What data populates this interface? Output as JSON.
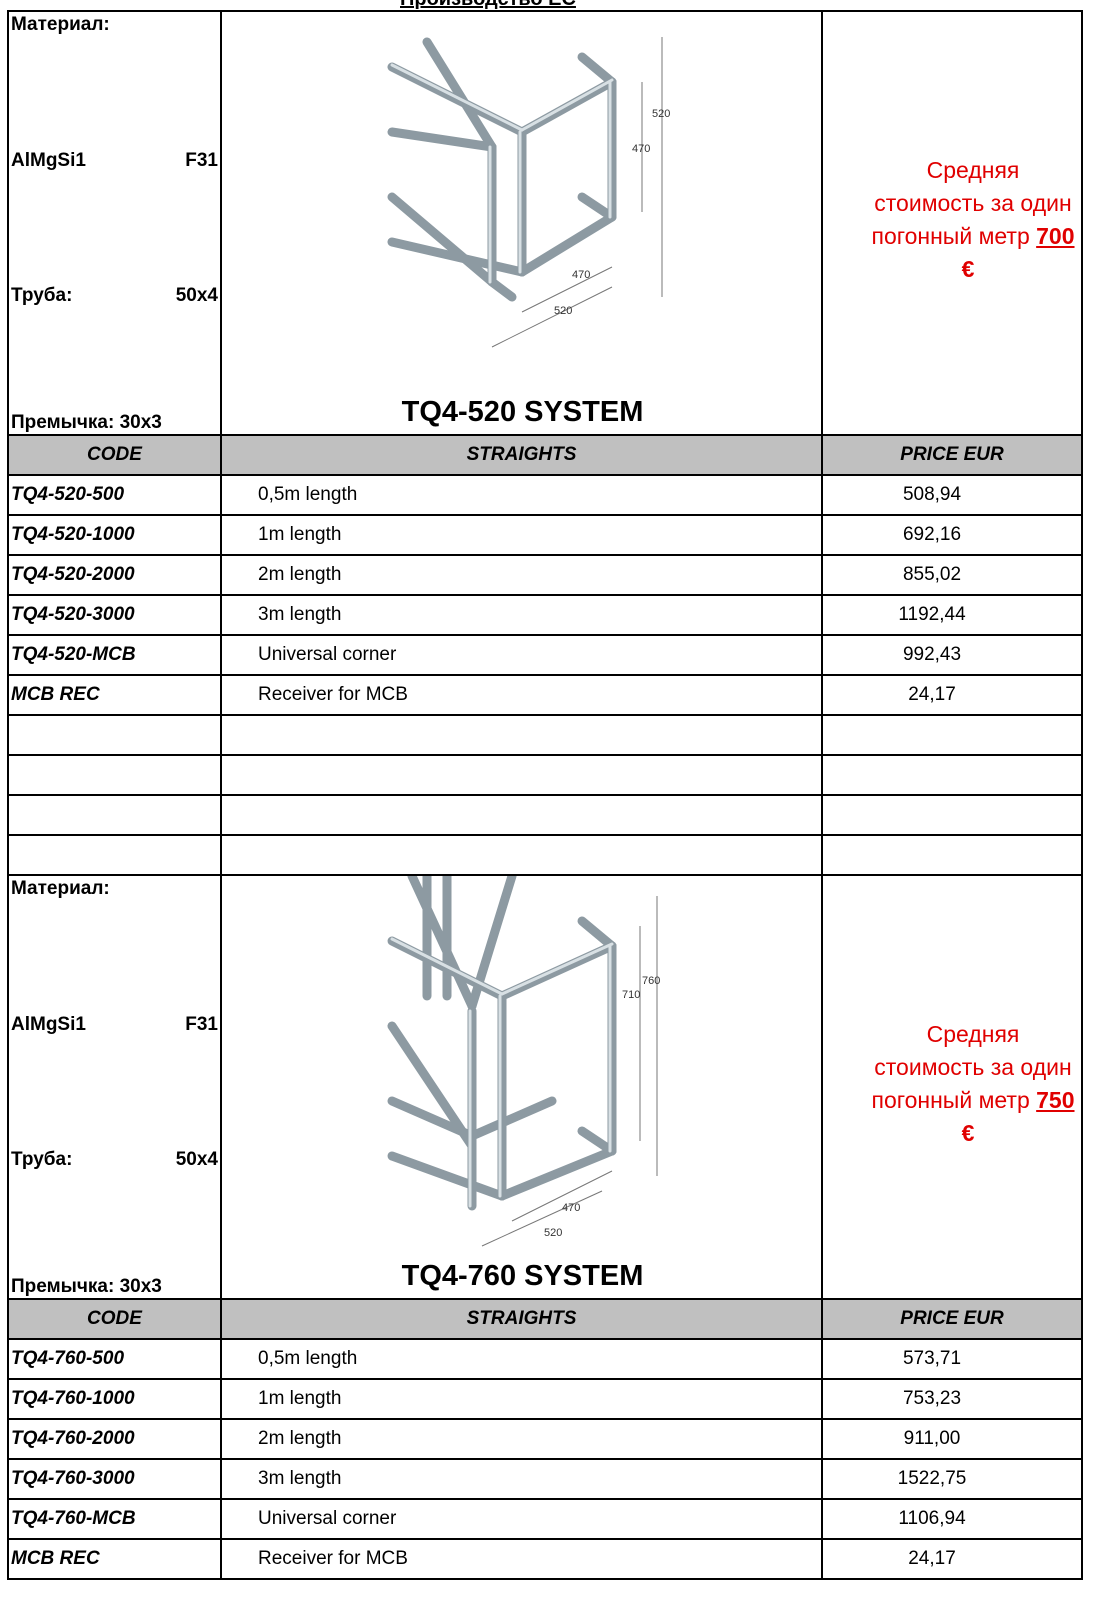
{
  "header": {
    "title": "Производство ЕС"
  },
  "sections": [
    {
      "spec": {
        "material_label": "Материал:",
        "alloy": "AlMgSi1",
        "grade": "F31",
        "tube_label": "Труба:",
        "tube_value": "50x4",
        "brace_label": "Премычка: 30x3"
      },
      "system_title": "TQ4-520 SYSTEM",
      "drawing": {
        "outer_height": "520",
        "inner_height": "470",
        "inner_width": "470",
        "outer_width": "520"
      },
      "avg_price": {
        "line1": "Средняя",
        "line2": "стоимость за один",
        "line3_text": "погонный метр",
        "line3_value": "700",
        "currency": "€"
      },
      "table": {
        "headers": [
          "CODE",
          "STRAIGHTS",
          "PRICE EUR"
        ],
        "rows": [
          {
            "code": "TQ4-520-500",
            "desc": "0,5m length",
            "price": "508,94"
          },
          {
            "code": "TQ4-520-1000",
            "desc": "1m length",
            "price": "692,16"
          },
          {
            "code": "TQ4-520-2000",
            "desc": "2m length",
            "price": "855,02"
          },
          {
            "code": "TQ4-520-3000",
            "desc": "3m length",
            "price": "1192,44"
          },
          {
            "code": "TQ4-520-MCB",
            "desc": "Universal corner",
            "price": "992,43"
          },
          {
            "code": "MCB REC",
            "desc": "Receiver for MCB",
            "price": "24,17"
          }
        ]
      }
    },
    {
      "spec": {
        "material_label": "Материал:",
        "alloy": "AlMgSi1",
        "grade": "F31",
        "tube_label": "Труба:",
        "tube_value": "50x4",
        "brace_label": "Премычка: 30x3"
      },
      "system_title": "TQ4-760 SYSTEM",
      "drawing": {
        "outer_height": "760",
        "inner_height": "710",
        "inner_width": "470",
        "outer_width": "520"
      },
      "avg_price": {
        "line1": "Средняя",
        "line2": "стоимость за один",
        "line3_text": "погонный метр",
        "line3_value": "750",
        "currency": "€"
      },
      "table": {
        "headers": [
          "CODE",
          "STRAIGHTS",
          "PRICE EUR"
        ],
        "rows": [
          {
            "code": "TQ4-760-500",
            "desc": "0,5m length",
            "price": "573,71"
          },
          {
            "code": "TQ4-760-1000",
            "desc": "1m length",
            "price": "753,23"
          },
          {
            "code": "TQ4-760-2000",
            "desc": "2m length",
            "price": "911,00"
          },
          {
            "code": "TQ4-760-3000",
            "desc": "3m length",
            "price": "1522,75"
          },
          {
            "code": "TQ4-760-MCB",
            "desc": "Universal corner",
            "price": "1106,94"
          },
          {
            "code": "MCB REC",
            "desc": "Receiver for MCB",
            "price": "24,17"
          }
        ]
      }
    }
  ]
}
